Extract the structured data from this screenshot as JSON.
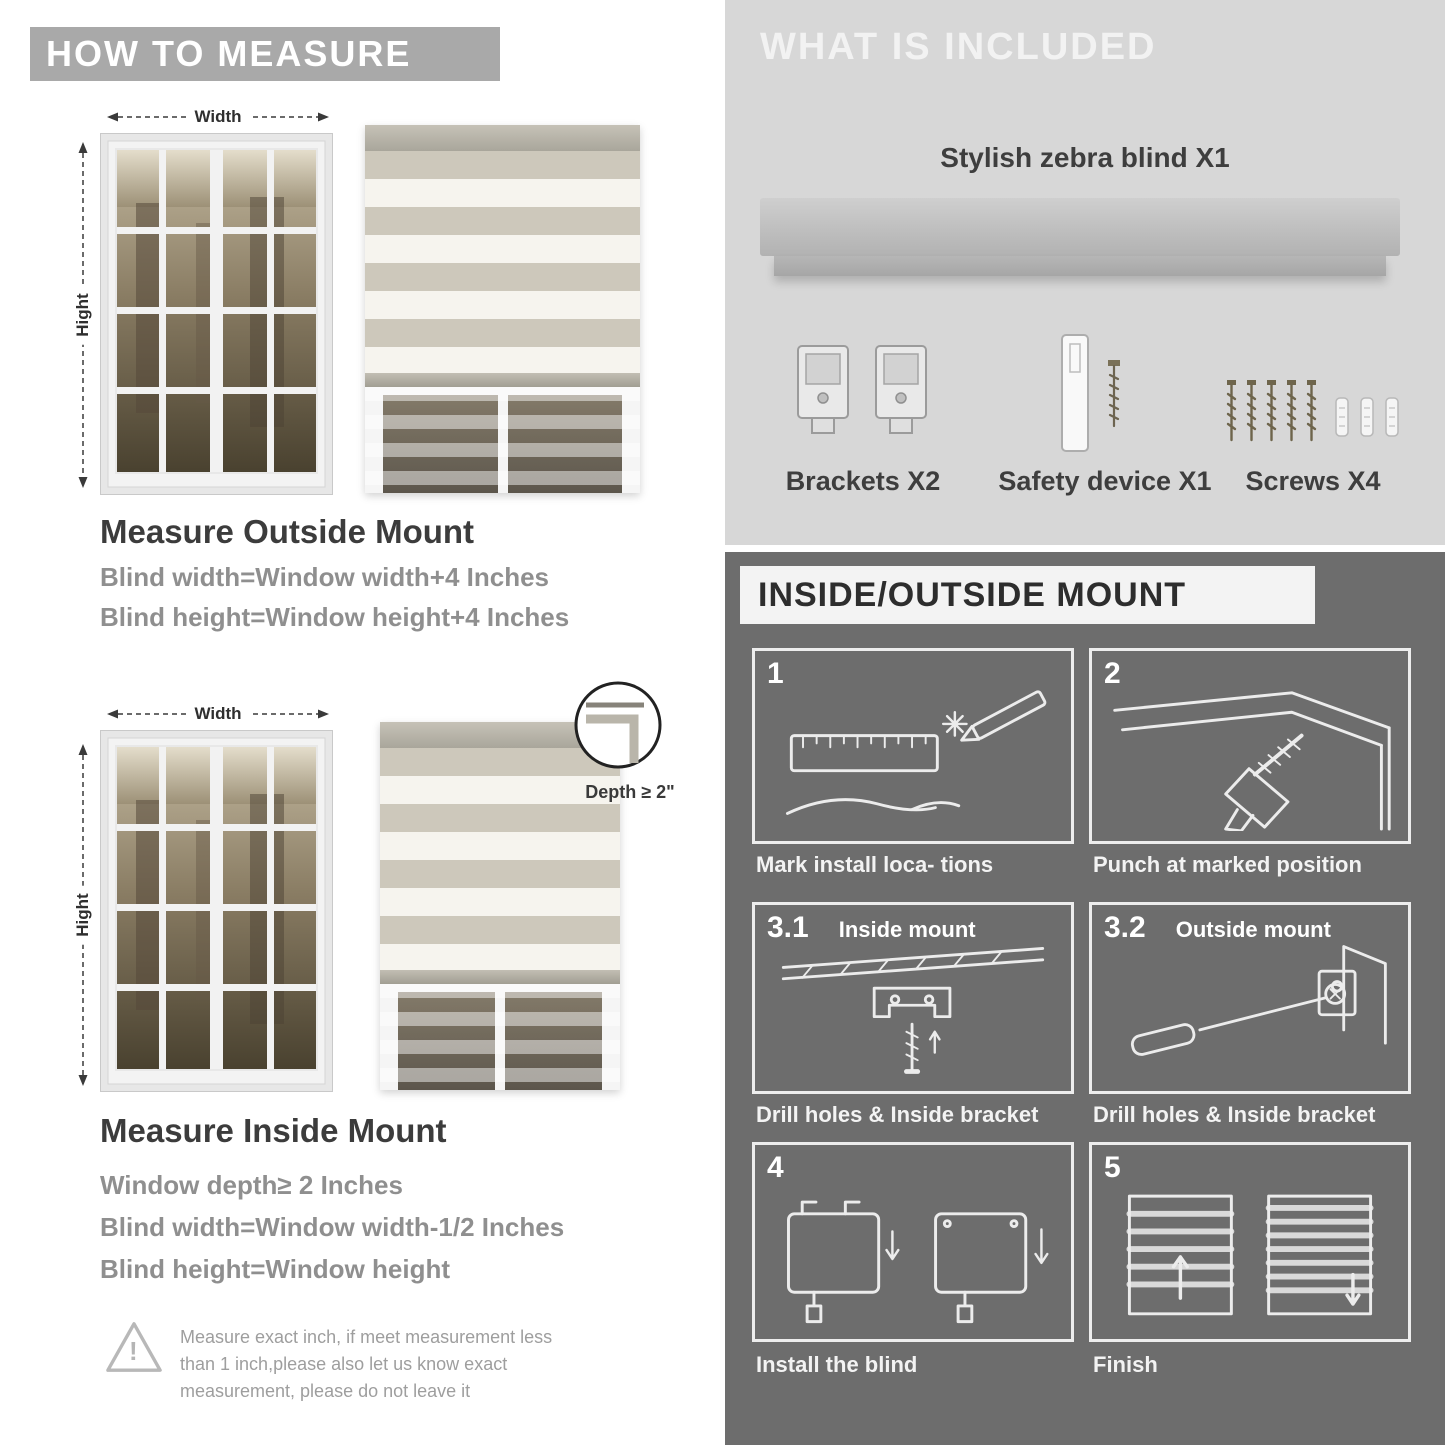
{
  "colors": {
    "banner_gray": "#a9a9a9",
    "section_light_gray": "#d7d7d7",
    "section_dark_gray": "#6d6d6d",
    "text_dark": "#3c3c3c",
    "text_gray": "#8f8f8f",
    "line_art": "#ececec"
  },
  "measure": {
    "banner": "HOW TO MEASURE",
    "outside": {
      "width_label": "Width",
      "height_label": "Hight",
      "heading": "Measure Outside Mount",
      "lines": [
        "Blind width=Window width+4 Inches",
        "Blind height=Window height+4 Inches"
      ]
    },
    "inside": {
      "width_label": "Width",
      "height_label": "Hight",
      "depth_label": "Depth ≥ 2\"",
      "heading": "Measure Inside Mount",
      "lines": [
        "Window depth≥ 2 Inches",
        "Blind width=Window width-1/2 Inches",
        "Blind height=Window height"
      ]
    },
    "note": {
      "icon": "warning-triangle-icon",
      "exclamation": "!",
      "text": "Measure exact inch, if meet measurement less\nthan 1 inch,please also let us know exact\nmeasurement, please do not leave it"
    }
  },
  "included": {
    "banner": "WHAT IS INCLUDED",
    "blind_label": "Stylish zebra blind X1",
    "items": [
      {
        "icon": "brackets-icon",
        "label": "Brackets X2"
      },
      {
        "icon": "safety-device-icon",
        "label": "Safety device X1"
      },
      {
        "icon": "screws-icon",
        "label": "Screws X4"
      }
    ]
  },
  "mount": {
    "banner": "INSIDE/OUTSIDE MOUNT",
    "steps": [
      {
        "num": "1",
        "title": "",
        "label": "Mark install loca- tions"
      },
      {
        "num": "2",
        "title": "",
        "label": "Punch at marked position"
      },
      {
        "num": "3.1",
        "title": "Inside mount",
        "label": "Drill holes & Inside bracket"
      },
      {
        "num": "3.2",
        "title": "Outside mount",
        "label": "Drill holes & Inside bracket"
      },
      {
        "num": "4",
        "title": "",
        "label": "Install the blind"
      },
      {
        "num": "5",
        "title": "",
        "label": "Finish"
      }
    ]
  }
}
